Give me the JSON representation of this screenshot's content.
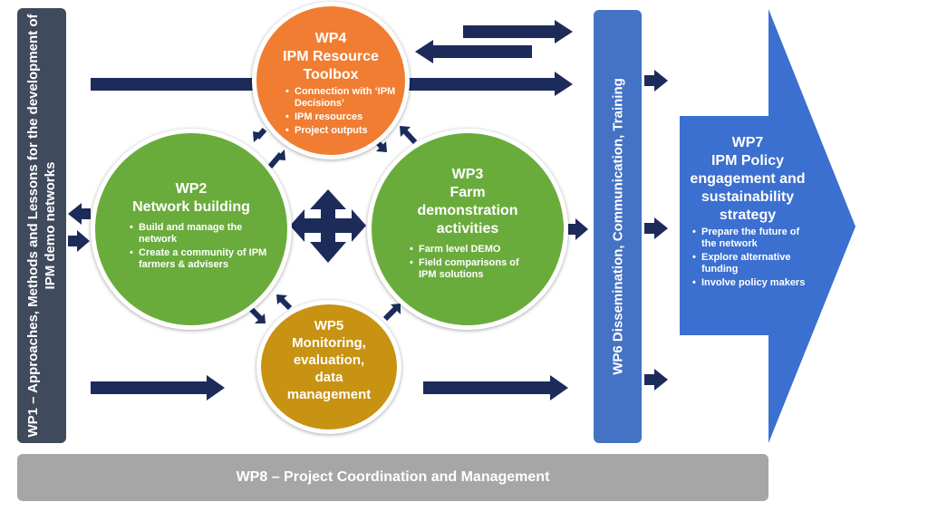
{
  "wp1": {
    "label": "WP1 – Approaches, Methods and Lessons for the development of IPM demo networks",
    "color": "#3f4a5c"
  },
  "wp2": {
    "title_line1": "WP2",
    "title_line2": "Network building",
    "items": [
      "Build and manage the network",
      "Create a community of IPM farmers & advisers"
    ],
    "color": "#6aac3c"
  },
  "wp3": {
    "title_line1": "WP3",
    "title_line2": "Farm",
    "title_line3": "demonstration",
    "title_line4": "activities",
    "items": [
      "Farm level DEMO",
      "Field comparisons of IPM solutions"
    ],
    "color": "#6aac3c"
  },
  "wp4": {
    "title_line1": "WP4",
    "title_line2": "IPM Resource",
    "title_line3": "Toolbox",
    "items": [
      "Connection with ‘IPM Decisions’",
      "IPM resources",
      "Project outputs"
    ],
    "color": "#f07d32"
  },
  "wp5": {
    "title_line1": "WP5",
    "title_line2": "Monitoring,",
    "title_line3": "evaluation,",
    "title_line4": "data",
    "title_line5": "management",
    "color": "#c89212"
  },
  "wp6": {
    "label": "WP6 Dissemination, Communication, Training",
    "color": "#4472c4"
  },
  "wp7": {
    "title_line1": "WP7",
    "title_line2": "IPM Policy",
    "title_line3": "engagement and",
    "title_line4": "sustainability",
    "title_line5": "strategy",
    "items": [
      "Prepare the future of the network",
      "Explore alternative funding",
      "Involve policy makers"
    ],
    "color": "#3b6fd0"
  },
  "wp8": {
    "label": "WP8 – Project Coordination and Management",
    "color": "#a6a6a6"
  },
  "arrow_color": "#1c2b5a"
}
